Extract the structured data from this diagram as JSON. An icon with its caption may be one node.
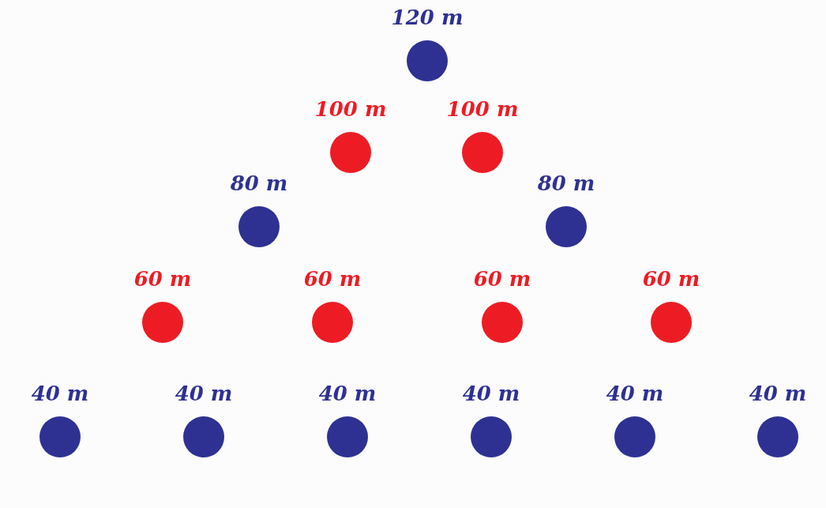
{
  "diagram": {
    "nodes": [
      {
        "text": [
          "120 m"
        ]
      },
      {
        "text": [
          "100 m"
        ]
      },
      {
        "text": [
          "100 m"
        ]
      },
      {
        "text": [
          "80 m"
        ]
      },
      {
        "text": [
          "80 m"
        ]
      },
      {
        "text": [
          "60 m"
        ]
      },
      {
        "text": [
          "60 m"
        ]
      },
      {
        "text": [
          "60 m"
        ]
      },
      {
        "text": [
          "60 m"
        ]
      },
      {
        "text": [
          "40 m"
        ]
      },
      {
        "text": [
          "40 m"
        ]
      },
      {
        "text": [
          "40 m"
        ]
      },
      {
        "text": [
          "40 m"
        ]
      },
      {
        "text": [
          "40 m"
        ]
      },
      {
        "text": [
          "40 m"
        ]
      }
    ]
  }
}
